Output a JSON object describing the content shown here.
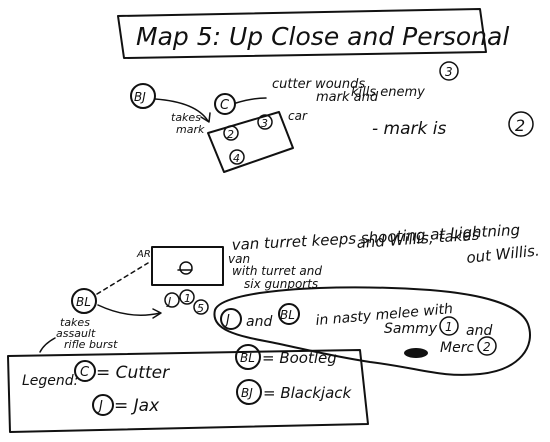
{
  "title": "Map 5: Up Close and Personal",
  "top_scene": {
    "bj_label": "BJ",
    "takes_mark_l1": "takes",
    "takes_mark_l2": "mark",
    "c_label": "C",
    "cutter_note_l1": "cutter wounds",
    "cutter_note_l2": "mark and",
    "cutter_note_l3": "kills enemy",
    "enemy_num": "3",
    "car_label": "car",
    "car_num_2": "2",
    "car_num_3": "3",
    "car_num_4": "4",
    "mark_is_text": "- mark is",
    "mark_is_num": "2"
  },
  "bottom_scene": {
    "van_turret_note_l1": "van turret keeps shooting at Lightning",
    "van_turret_note_l2": "and Willis; takes",
    "van_turret_note_l3": "out Willis.",
    "ar_label": "AR",
    "van_label_l1": "van",
    "van_label_l2": "with turret and",
    "van_label_l3": "six gunports",
    "bl_label": "BL",
    "takes_burst_l1": "takes",
    "takes_burst_l2": "assault",
    "takes_burst_l3": "rifle burst",
    "j_label": "J",
    "num_1": "1",
    "num_5": "5",
    "melee_j": "J",
    "melee_and": "and",
    "melee_bl": "BL",
    "melee_text": "in nasty melee with",
    "sammy_text": "Sammy",
    "sammy_num": "1",
    "and_text": "and",
    "merc_text": "Merc",
    "merc_num": "2"
  },
  "legend": {
    "title": "Legend:",
    "c_symbol": "C",
    "c_name": "= Cutter",
    "j_symbol": "J",
    "j_name": "= Jax",
    "bl_symbol": "BL",
    "bl_name": "= Bootleg",
    "bj_symbol": "BJ",
    "bj_name": "= Blackjack"
  }
}
